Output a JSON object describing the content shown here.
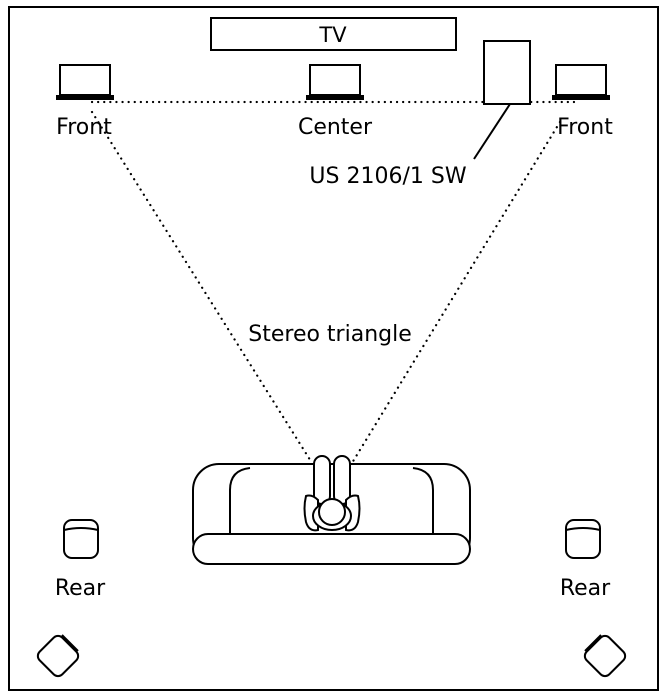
{
  "labels": {
    "tv": "TV",
    "front_left": "Front",
    "center": "Center",
    "front_right": "Front",
    "subwoofer": "US 2106/1 SW",
    "stereo_triangle": "Stereo triangle",
    "rear_left": "Rear",
    "rear_right": "Rear"
  }
}
